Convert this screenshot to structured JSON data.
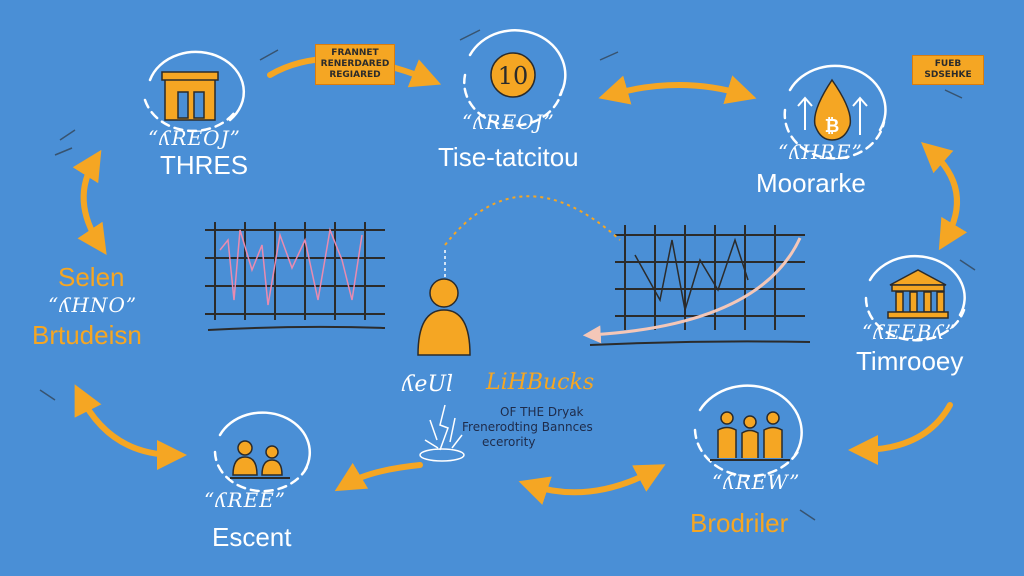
{
  "colors": {
    "background": "#4a8fd6",
    "accent": "#f5a623",
    "ink": "#2b2b2b",
    "line": "#ffffff",
    "curve": "#f4c7b8"
  },
  "nodes": {
    "top_left": {
      "script": "“ʎREOJ”",
      "label": "THRES",
      "icon": "building-icon"
    },
    "top_center": {
      "script": "“ʎREOJ”",
      "label": "Tise-tatcitou",
      "icon": "coin-stack-icon"
    },
    "top_right": {
      "script": "“ʎHRE”",
      "label": "Moorarke",
      "icon": "bitcoin-drop-icon"
    },
    "mid_left": {
      "script": "“ʎHNO”",
      "label_top": "Selen",
      "label_bottom": "Brtudeisn"
    },
    "mid_right": {
      "script": "“ʎEEBʎ”",
      "label": "Timrooey",
      "icon": "bank-icon"
    },
    "bottom_left": {
      "script": "“ʎREE”",
      "label": "Escent",
      "icon": "people-icon"
    },
    "bottom_right": {
      "script": "“ʎREW”",
      "label": "Brodriler",
      "icon": "family-icon"
    }
  },
  "tags": {
    "top_left": [
      "FRANNET",
      "RENERDARED",
      "REGIARED"
    ],
    "top_right": [
      "FUEB",
      "SDSEHKE"
    ]
  },
  "center": {
    "script_white": "ʎeUl",
    "script_orange": "LiHBucks",
    "line1": "OF THE Dryak",
    "line2": "Frenerodting Bannces",
    "line3": "ecerority",
    "icon": "person-icon"
  }
}
